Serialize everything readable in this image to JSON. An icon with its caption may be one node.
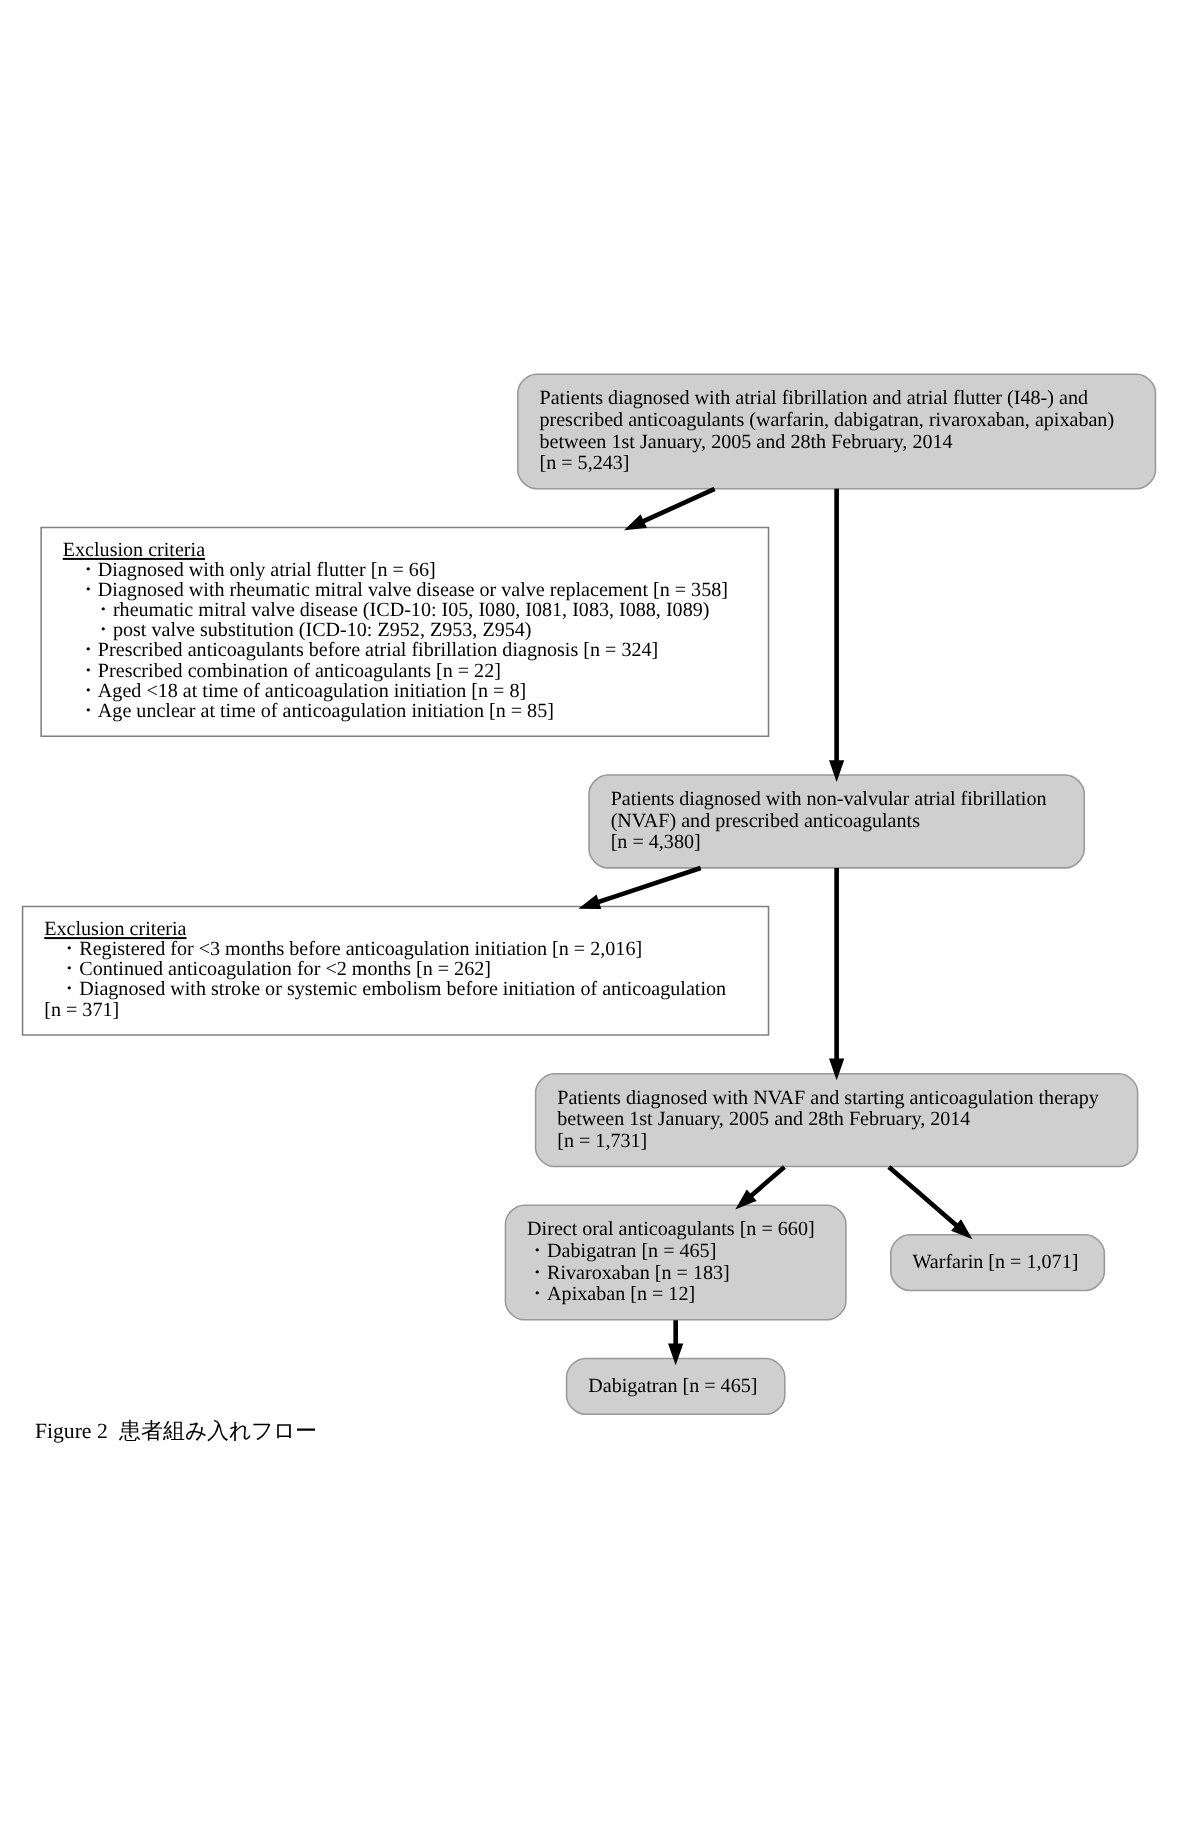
{
  "diagram": {
    "caption": "Figure 2  患者組み入れフロー",
    "nodes": [
      {
        "text": [
          "Patients diagnosed with atrial fibrillation and atrial flutter (I48-) and prescribed anticoagulants (warfarin, dabigatran, rivaroxaban, apixaban)",
          "between 1st January, 2005 and 28th February, 2014",
          "[n = 5,243]"
        ]
      },
      {
        "text": [
          "Exclusion criteria",
          "・Diagnosed with only atrial flutter [n = 66]",
          "・Diagnosed with rheumatic mitral valve disease or valve replacement [n = 358]",
          "・rheumatic mitral valve disease (ICD-10: I05, I080, I081, I083, I088, I089)",
          "・post valve substitution (ICD-10: Z952, Z953, Z954)",
          "・Prescribed anticoagulants before atrial fibrillation diagnosis [n = 324]",
          "・Prescribed combination of anticoagulants [n = 22]",
          "・Aged <18 at time of anticoagulation initiation [n = 8]",
          "・Age unclear at time of anticoagulation initiation [n = 85]"
        ]
      },
      {
        "text": [
          "Patients diagnosed with non-valvular atrial fibrillation (NVAF) and prescribed anticoagulants",
          "[n = 4,380]"
        ]
      },
      {
        "text": [
          "Exclusion criteria",
          "・Registered for <3 months before anticoagulation initiation [n = 2,016]",
          "・Continued anticoagulation for <2 months [n = 262]",
          "・Diagnosed with stroke or systemic embolism before initiation of anticoagulation [n = 371]"
        ]
      },
      {
        "text": [
          "Patients diagnosed with NVAF and starting anticoagulation therapy",
          "between 1st January, 2005 and 28th February, 2014",
          "[n = 1,731]"
        ]
      },
      {
        "text": [
          "Direct oral anticoagulants [n = 660]",
          "・Dabigatran [n = 465]",
          "・Rivaroxaban [n = 183]",
          "・Apixaban [n = 12]"
        ]
      },
      {
        "text": [
          "Warfarin [n = 1,071]"
        ]
      },
      {
        "text": [
          "Dabigatran [n = 465]"
        ]
      }
    ],
    "edges": [
      {
        "from": 0,
        "to": 1,
        "arrow": "to"
      },
      {
        "from": 0,
        "to": 2,
        "arrow": "to"
      },
      {
        "from": 2,
        "to": 3,
        "arrow": "to"
      },
      {
        "from": 2,
        "to": 4,
        "arrow": "to"
      },
      {
        "from": 4,
        "to": 5,
        "arrow": "to"
      },
      {
        "from": 4,
        "to": 6,
        "arrow": "to"
      },
      {
        "from": 5,
        "to": 7,
        "arrow": "to"
      }
    ]
  }
}
